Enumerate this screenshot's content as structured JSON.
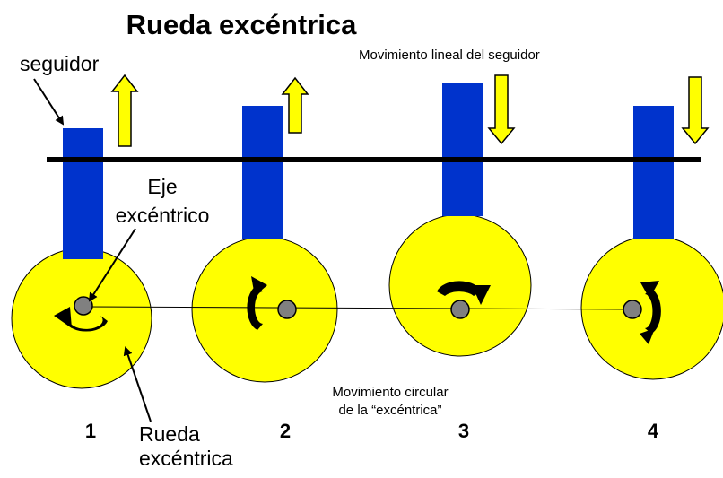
{
  "title": "Rueda excéntrica",
  "labels": {
    "follower": "seguidor",
    "axis_line1": "Eje",
    "axis_line2": "excéntrico",
    "wheel_line1": "Rueda",
    "wheel_line2": "excéntrica",
    "linear_motion": "Movimiento lineal del seguidor",
    "circular_line1": "Movimiento circular",
    "circular_line2": "de la “excéntrica”"
  },
  "stages": [
    {
      "number": "1",
      "follower_motion": "up"
    },
    {
      "number": "2",
      "follower_motion": "up"
    },
    {
      "number": "3",
      "follower_motion": "down"
    },
    {
      "number": "4",
      "follower_motion": "down"
    }
  ],
  "colors": {
    "wheel": "#ffff00",
    "follower": "#0033cc",
    "motion_arrow": "#ffff00",
    "axle": "#808080",
    "guide_rail": "#000000"
  }
}
